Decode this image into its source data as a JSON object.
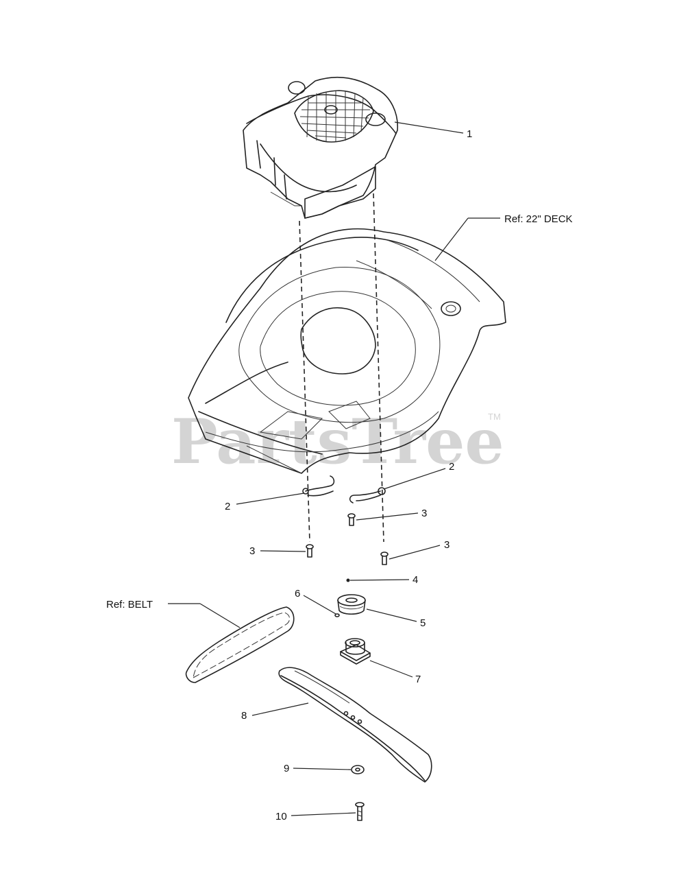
{
  "watermark": {
    "text": "PartsTree",
    "trademark": "TM"
  },
  "callouts": {
    "engine": "1",
    "deck": "Ref: 22\" DECK",
    "bracket_left": "2",
    "bracket_right": "2",
    "screw_right_upper": "3",
    "screw_left": "3",
    "screw_right": "3",
    "key": "4",
    "pulley": "5",
    "setscrew": "6",
    "adapter": "7",
    "blade": "8",
    "washer": "9",
    "bolt": "10",
    "belt": "Ref: BELT"
  },
  "colors": {
    "ink": "#222222",
    "watermark": "#d4d4d4",
    "background": "#ffffff"
  }
}
